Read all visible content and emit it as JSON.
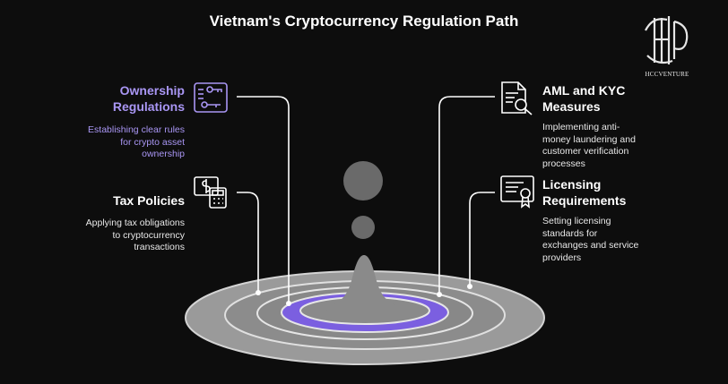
{
  "title": "Vietnam's Cryptocurrency Regulation Path",
  "logo_text": "HCCVENTURE",
  "colors": {
    "background": "#0d0d0d",
    "accent": "#a996f4",
    "accent_ring": "#7b5fe0",
    "disc": "#9a9a9a",
    "spheres": "#6a6a6a"
  },
  "items": [
    {
      "heading_line1": "Ownership",
      "heading_line2": "Regulations",
      "description_lines": [
        "Establishing clear rules",
        "for crypto asset",
        "ownership"
      ],
      "icon": "key-document-icon",
      "highlighted": true
    },
    {
      "heading_line1": "Tax Policies",
      "description_lines": [
        "Applying tax obligations",
        "to cryptocurrency",
        "transactions"
      ],
      "icon": "money-calculator-icon",
      "highlighted": false
    },
    {
      "heading_line1": "AML and KYC",
      "heading_line2": "Measures",
      "description_lines": [
        "Implementing anti-",
        "money laundering and",
        "customer verification",
        "processes"
      ],
      "icon": "document-search-icon",
      "highlighted": false
    },
    {
      "heading_line1": "Licensing",
      "heading_line2": "Requirements",
      "description_lines": [
        "Setting licensing",
        "standards for",
        "exchanges and service",
        "providers"
      ],
      "icon": "certificate-icon",
      "highlighted": false
    }
  ]
}
